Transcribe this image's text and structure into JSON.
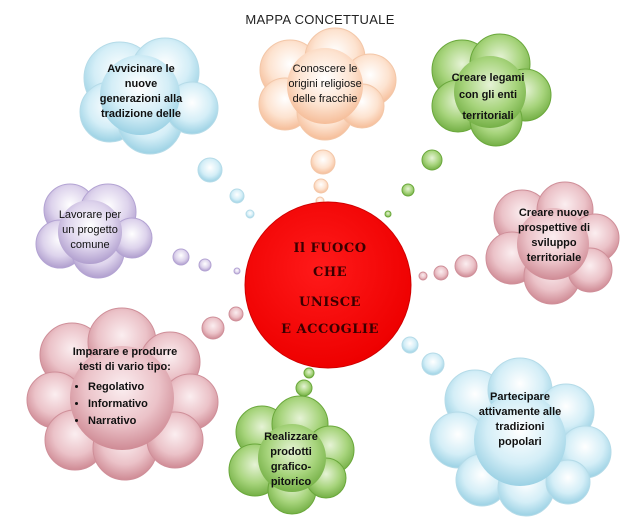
{
  "title": "MAPPA CONCETTUALE",
  "center": {
    "lines": [
      "Il FUOCO",
      "CHE",
      "UNISCE",
      "E ACCOGLIE"
    ],
    "color": "#ff0000"
  },
  "colors": {
    "blue": "#b7e0ee",
    "peach": "#fbd1b4",
    "green": "#7fbf4d",
    "pink": "#e1a5ad",
    "purple": "#c7b8df"
  },
  "nodes": {
    "top_left": {
      "lines": [
        "Avvicinare le",
        "nuove",
        "generazioni alla",
        "tradizione delle"
      ]
    },
    "top_center": {
      "lines": [
        "Conoscere le",
        "origini religiose",
        "delle fracchie"
      ]
    },
    "top_right": {
      "lines": [
        "Creare legami",
        "con gli enti",
        "territoriali"
      ]
    },
    "left": {
      "lines": [
        "Lavorare per",
        "un progetto",
        "comune"
      ]
    },
    "right": {
      "lines": [
        "Creare nuove",
        "prospettive di",
        "sviluppo",
        "territoriale"
      ]
    },
    "bottom_left": {
      "lines": [
        "Imparare e produrre",
        "testi di vario tipo:"
      ],
      "items": [
        "Regolativo",
        "Informativo",
        "Narrativo"
      ]
    },
    "bottom_center": {
      "lines": [
        "Realizzare",
        "prodotti",
        "grafico-",
        "pitorico"
      ]
    },
    "bottom_right": {
      "lines": [
        "Partecipare",
        "attivamente alle",
        "tradizioni",
        "popolari"
      ]
    }
  }
}
